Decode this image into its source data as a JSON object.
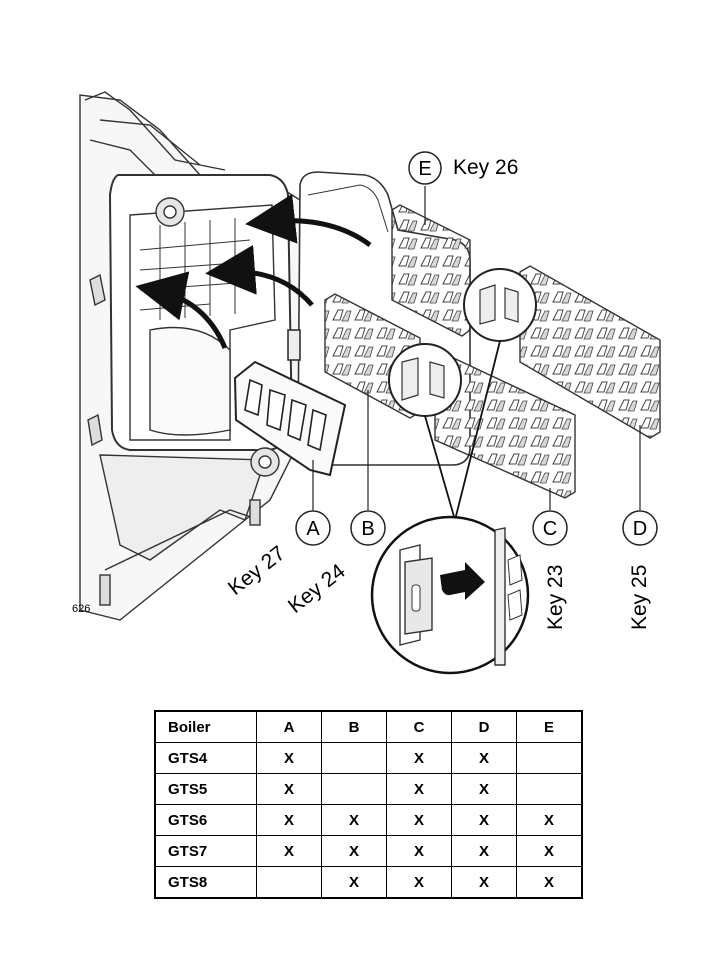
{
  "figure": {
    "id_fragment": "626",
    "callouts": [
      {
        "letter": "E",
        "key": "Key 26"
      },
      {
        "letter": "A",
        "key": "Key 27"
      },
      {
        "letter": "B",
        "key": "Key 24"
      },
      {
        "letter": "C",
        "key": "Key 23"
      },
      {
        "letter": "D",
        "key": "Key 25"
      }
    ]
  },
  "table": {
    "headers": [
      "Boiler",
      "A",
      "B",
      "C",
      "D",
      "E"
    ],
    "rows": [
      [
        "GTS4",
        "X",
        "",
        "X",
        "X",
        ""
      ],
      [
        "GTS5",
        "X",
        "",
        "X",
        "X",
        ""
      ],
      [
        "GTS6",
        "X",
        "X",
        "X",
        "X",
        "X"
      ],
      [
        "GTS7",
        "X",
        "X",
        "X",
        "X",
        "X"
      ],
      [
        "GTS8",
        "",
        "X",
        "X",
        "X",
        "X"
      ]
    ]
  }
}
